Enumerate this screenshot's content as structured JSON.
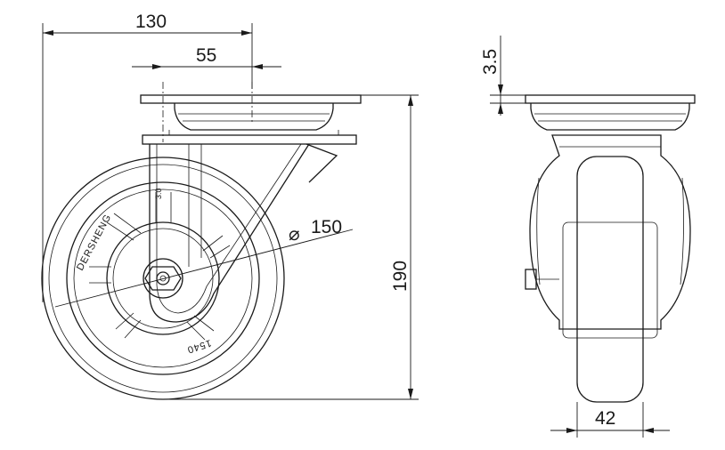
{
  "dimensions": {
    "overall_width": "130",
    "offset": "55",
    "plate_thickness": "3.5",
    "wheel_diameter": "150",
    "diameter_symbol": "⌀",
    "overall_height": "190",
    "wheel_width": "42"
  },
  "wheel_markings": {
    "brand": "DERSHENG",
    "model": "1540",
    "small_label": "3.0"
  }
}
